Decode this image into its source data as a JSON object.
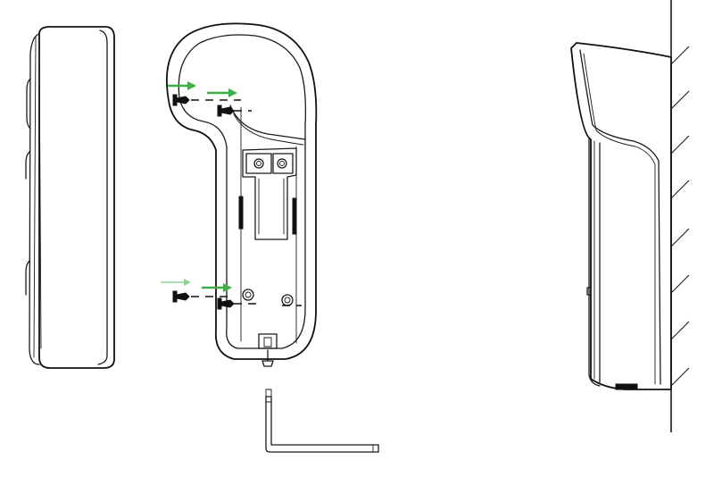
{
  "figure": {
    "views": [
      "doorbell-front-side",
      "mounting-bracket-back",
      "wall-mounted-side"
    ],
    "colors": {
      "line": "#1a1a1a",
      "arrow": "#3fae49",
      "arrow_light": "#8fd39a",
      "wall_hatch": "#1a1a1a",
      "background": "#ffffff"
    },
    "icons": [
      "screw-icon",
      "arrow-icon",
      "allen-key-icon",
      "wall-hatch-icon"
    ]
  }
}
